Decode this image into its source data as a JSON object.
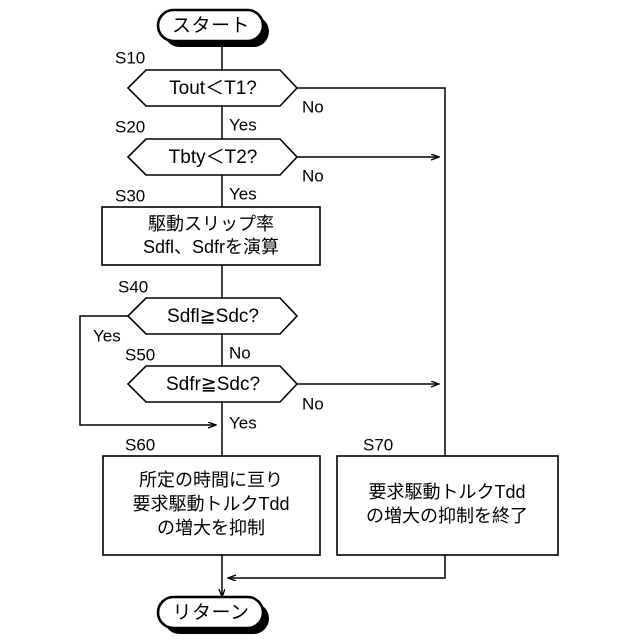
{
  "diagram": {
    "type": "flowchart",
    "orientation": "top-to-bottom",
    "background_color": "#ffffff",
    "line_color": "#000000",
    "text_color": "#000000"
  },
  "nodes": {
    "start": {
      "shape": "terminal",
      "label": "スタート"
    },
    "s10": {
      "shape": "decision",
      "step": "S10",
      "label": "Tout＜T1?",
      "yes_label": "Yes",
      "no_label": "No"
    },
    "s20": {
      "shape": "decision",
      "step": "S20",
      "label": "Tbty＜T2?",
      "yes_label": "Yes",
      "no_label": "No"
    },
    "s30": {
      "shape": "process",
      "step": "S30",
      "line1": "駆動スリップ率",
      "line2": "Sdfl、Sdfrを演算"
    },
    "s40": {
      "shape": "decision",
      "step": "S40",
      "label": "Sdfl≧Sdc?",
      "yes_label": "Yes",
      "no_label": "No"
    },
    "s50": {
      "shape": "decision",
      "step": "S50",
      "label": "Sdfr≧Sdc?",
      "yes_label": "Yes",
      "no_label": "No"
    },
    "s60": {
      "shape": "process",
      "step": "S60",
      "line1": "所定の時間に亘り",
      "line2": "要求駆動トルクTdd",
      "line3": "の増大を抑制"
    },
    "s70": {
      "shape": "process",
      "step": "S70",
      "line1": "要求駆動トルクTdd",
      "line2": "の増大の抑制を終了"
    },
    "return": {
      "shape": "terminal",
      "label": "リターン"
    }
  }
}
